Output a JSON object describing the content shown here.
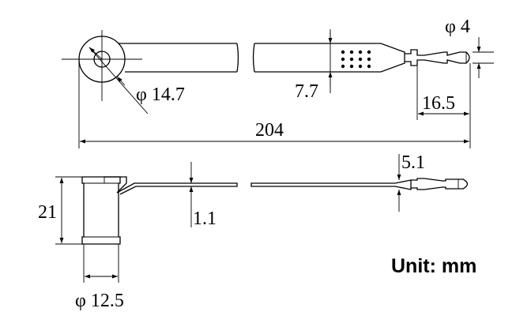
{
  "dimensions": {
    "ring_diameter": "φ 14.7",
    "tip_diameter": "φ 4",
    "tab_width": "7.7",
    "tip_length": "16.5",
    "overall_length": "204",
    "height": "21",
    "thickness": "1.1",
    "pin_width": "5.1",
    "base_diameter": "φ 12.5"
  },
  "unit_label": "Unit: mm"
}
